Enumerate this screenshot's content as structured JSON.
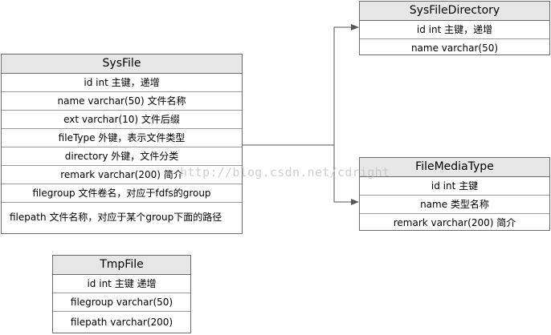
{
  "entities": {
    "sysfile": {
      "title": "SysFile",
      "fields": [
        "id int 主键，递增",
        "name varchar(50) 文件名称",
        "ext varchar(10) 文件后缀",
        "fileType 外键，表示文件类型",
        "directory 外键，文件分类",
        "remark varchar(200) 简介",
        "filegroup 文件卷名，对应于fdfs的group",
        "filepath  文件名称，对应于某个group下面的路径"
      ]
    },
    "sysfiledirectory": {
      "title": "SysFileDirectory",
      "fields": [
        "id int 主键，递增",
        "name varchar(50)"
      ]
    },
    "filemediatype": {
      "title": "FileMediaType",
      "fields": [
        "id int 主键",
        "name 类型名称",
        "remark varchar(200) 简介"
      ]
    },
    "tmpfile": {
      "title": "TmpFile",
      "fields": [
        "id int 主键  递增",
        "filegroup varchar(50)",
        "filepath varchar(200)"
      ]
    }
  },
  "watermark": "http://blog.csdn.net/cdright",
  "colors": {
    "header_bg": "#e6e6e6",
    "border": "#6b6b6b",
    "line": "#555555",
    "watermark": "#c4c4c4"
  }
}
